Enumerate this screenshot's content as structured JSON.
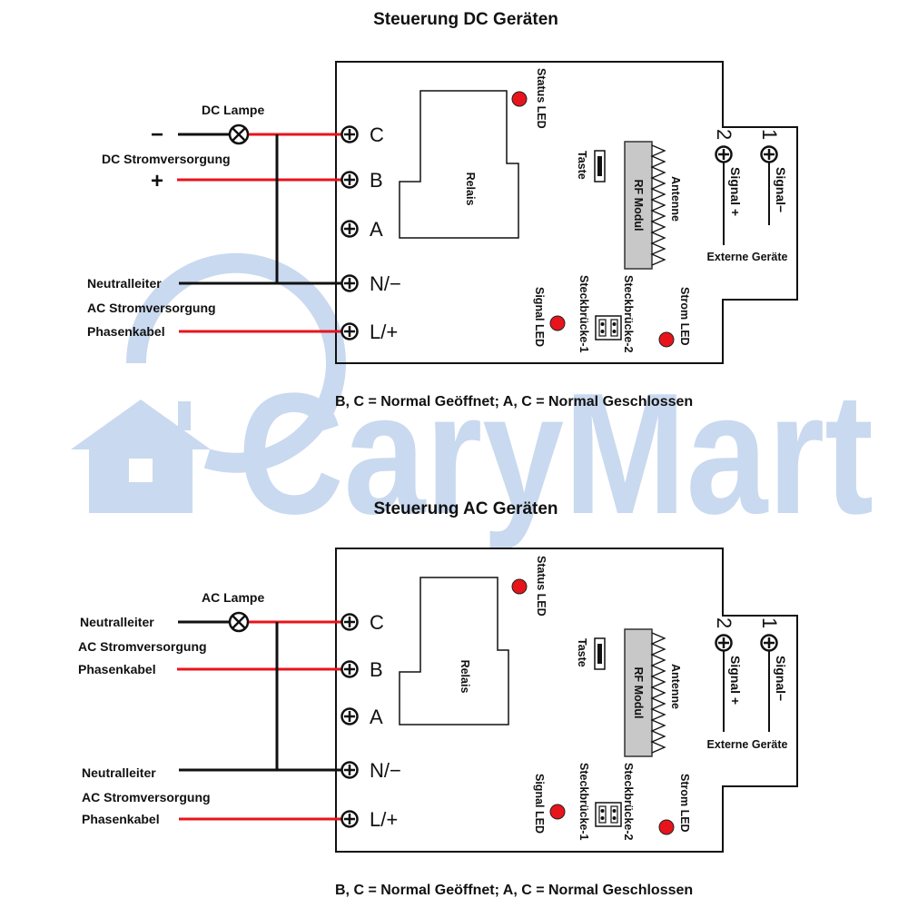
{
  "watermark": {
    "brand": "CaryMart"
  },
  "colors": {
    "wire_red": "#e8141b",
    "wire_black": "#111111",
    "led_red": "#e8141b",
    "watermark": "#c9d9ef",
    "rf_module": "#c8c8c8"
  },
  "diagrams": [
    {
      "title": "Steuerung DC Geräten",
      "lamp_label": "DC Lampe",
      "supply_left_top": "−",
      "supply_left_top_kind": "symbol",
      "supply_label": "DC Stromversorgung",
      "supply_left_mid": "+",
      "supply_left_mid_kind": "symbol",
      "neutral_label": "Neutralleiter",
      "ac_supply_label": "AC Stromversorgung",
      "phase_label": "Phasenkabel",
      "terminals": [
        "C",
        "B",
        "A",
        "N/−",
        "L/+"
      ],
      "relay_label": "Relais",
      "status_led_label": "Status LED",
      "button_label": "Taste",
      "rf_module_label": "RF Modul",
      "antenna_label": "Antenne",
      "signal_led_label": "Signal LED",
      "jumper1_label": "Steckbrücke-1",
      "jumper2_label": "Steckbrücke-2",
      "power_led_label": "Strom LED",
      "input_pins": [
        {
          "number": "2",
          "label": "Signal +"
        },
        {
          "number": "1",
          "label": "Signal−"
        }
      ],
      "external_label": "Externe Geräte",
      "footer": "B, C = Normal Geöffnet; A, C = Normal Geschlossen"
    },
    {
      "title": "Steuerung AC Geräten",
      "lamp_label": "AC Lampe",
      "supply_left_top": "Neutralleiter",
      "supply_left_top_kind": "text",
      "supply_label": "AC Stromversorgung",
      "supply_left_mid": "Phasenkabel",
      "supply_left_mid_kind": "text",
      "neutral_label": "Neutralleiter",
      "ac_supply_label": "AC Stromversorgung",
      "phase_label": "Phasenkabel",
      "terminals": [
        "C",
        "B",
        "A",
        "N/−",
        "L/+"
      ],
      "relay_label": "Relais",
      "status_led_label": "Status LED",
      "button_label": "Taste",
      "rf_module_label": "RF Modul",
      "antenna_label": "Antenne",
      "signal_led_label": "Signal LED",
      "jumper1_label": "Steckbrücke-1",
      "jumper2_label": "Steckbrücke-2",
      "power_led_label": "Strom LED",
      "input_pins": [
        {
          "number": "2",
          "label": "Signal +"
        },
        {
          "number": "1",
          "label": "Signal−"
        }
      ],
      "external_label": "Externe Geräte",
      "footer": "B, C = Normal Geöffnet; A, C = Normal Geschlossen"
    }
  ]
}
